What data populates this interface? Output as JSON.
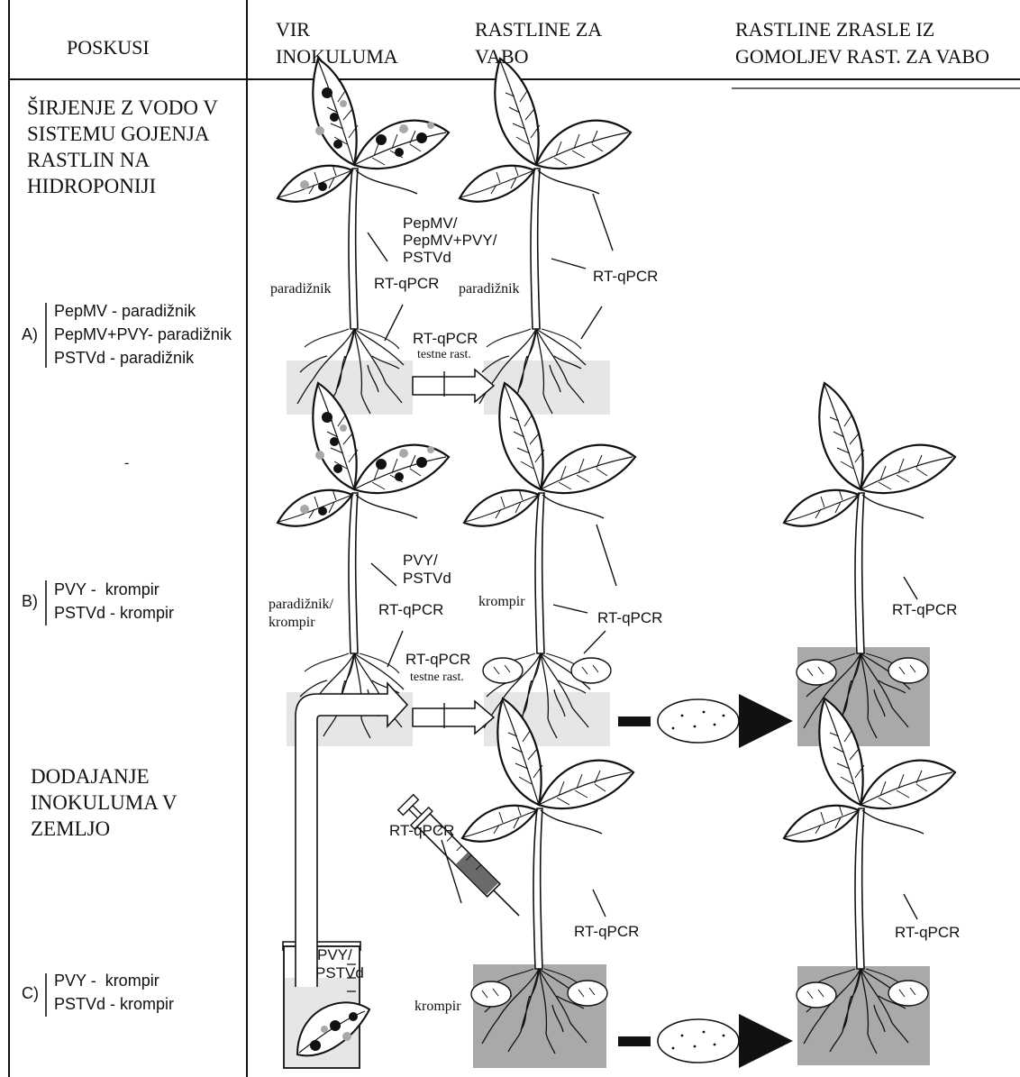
{
  "header": {
    "col1": "POSKUSI",
    "col2_line1": "VIR",
    "col2_line2": "INOKULUMA",
    "col3_line1": "RASTLINE ZA",
    "col3_line2": "VABO",
    "col4_line1": "RASTLINE ZRASLE IZ",
    "col4_line2": "GOMOLJEV RAST. ZA VABO"
  },
  "section1": {
    "title_lines": [
      "ŠIRJENJE Z VODO V",
      "SISTEMU GOJENJA",
      "RASTLIN NA",
      "HIDROPONIJI"
    ],
    "marker": "A)",
    "items": [
      "PepMV - paradižnik",
      "PepMV+PVY- paradižnik",
      "PSTVd - paradižnik"
    ],
    "source_plant": "paradižnik",
    "bait_plant": "paradižnik",
    "inoculum": [
      "PepMV/",
      "PepMV+PVY/",
      "PSTVd"
    ],
    "rtqpcr": "RT-qPCR",
    "arrow_rtqpcr": "RT-qPCR",
    "arrow_sub": "testne rast."
  },
  "dash": "-",
  "section2": {
    "marker": "B)",
    "items": [
      "PVY -  krompir",
      "PSTVd - krompir"
    ],
    "source_plant_lines": [
      "paradižnik/",
      "krompir"
    ],
    "bait_plant": "krompir",
    "inoculum": [
      "PVY/",
      "PSTVd"
    ],
    "rtqpcr": "RT-qPCR",
    "arrow_rtqpcr": "RT-qPCR",
    "arrow_sub": "testne rast."
  },
  "section3": {
    "title_lines": [
      "DODAJANJE",
      "INOKULUMA V",
      "ZEMLJO"
    ],
    "marker": "C)",
    "items": [
      "PVY -  krompir",
      "PSTVd - krompir"
    ],
    "inoculum": [
      "PVY/",
      "PSTVd"
    ],
    "bait_plant": "krompir",
    "rtqpcr": "RT-qPCR"
  },
  "colors": {
    "line": "#111111",
    "water": "#e6e6e6",
    "soil": "#a9a9a9",
    "spot_dark": "#111111",
    "spot_light": "#a8a8a8"
  }
}
